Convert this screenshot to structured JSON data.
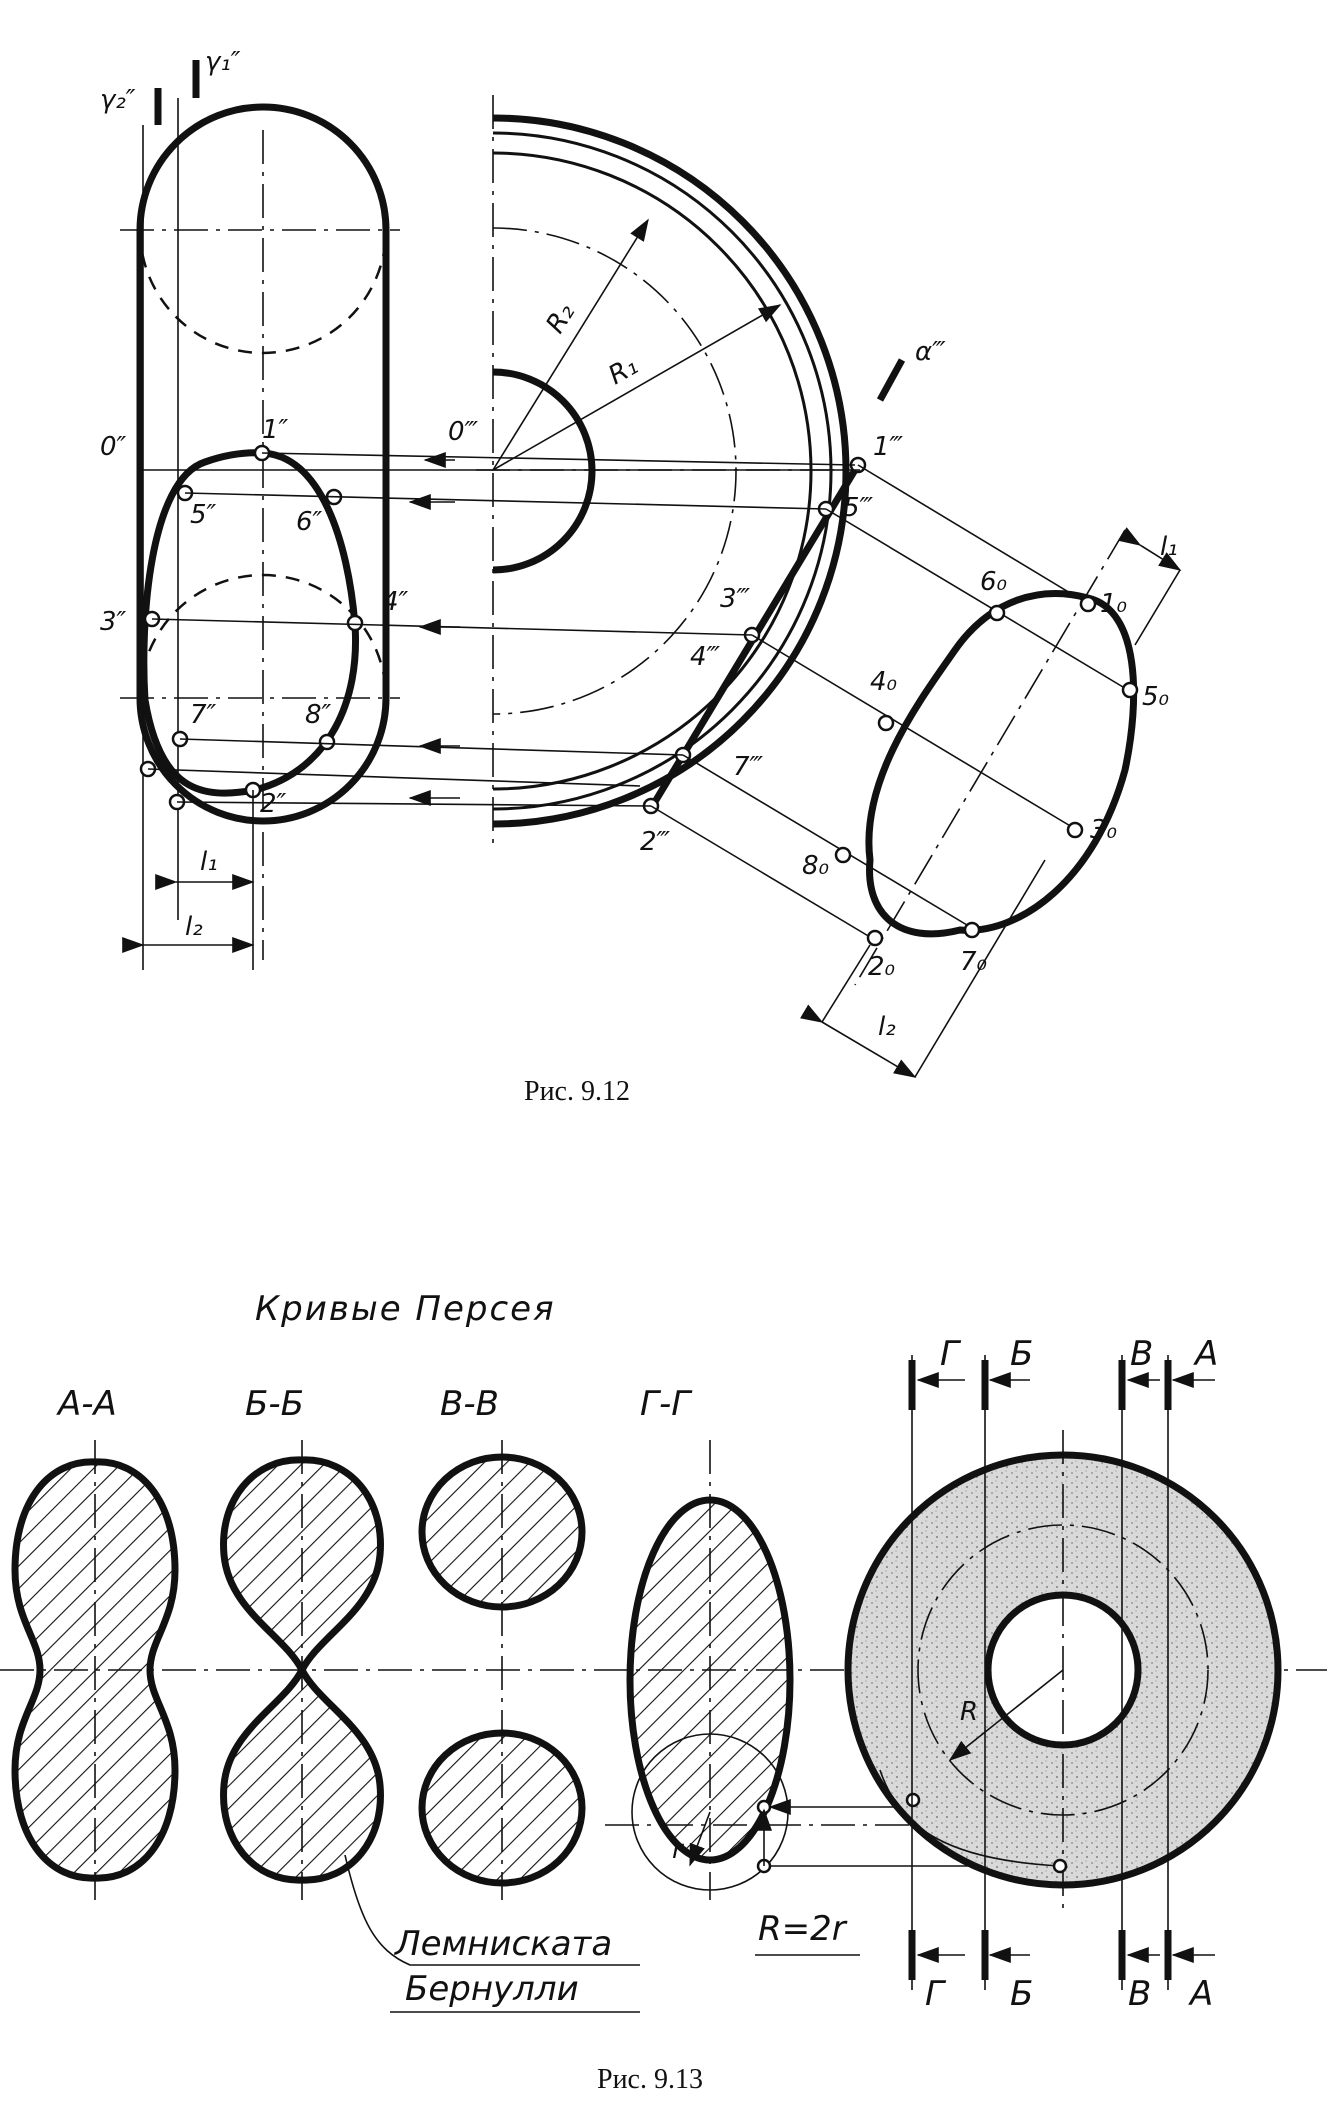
{
  "fig1": {
    "caption": "Рис. 9.12",
    "planes": {
      "gamma1": "γ₁″",
      "gamma2": "γ₂″",
      "alpha": "α‴"
    },
    "radii": {
      "r1": "R₁",
      "r2": "R₂"
    },
    "front_points": {
      "p0": "0″",
      "p1": "1″",
      "p2": "2″",
      "p3": "3″",
      "p4": "4″",
      "p5": "5″",
      "p6": "6″",
      "p7": "7″",
      "p8": "8″"
    },
    "side_points": {
      "p0": "0‴",
      "p1": "1‴",
      "p2": "2‴",
      "p3": "3‴",
      "p4": "4‴",
      "p5": "5‴",
      "p7": "7‴"
    },
    "true_points": {
      "p1": "1₀",
      "p2": "2₀",
      "p3": "3₀",
      "p4": "4₀",
      "p5": "5₀",
      "p6": "6₀",
      "p7": "7₀",
      "p8": "8₀"
    },
    "dims": {
      "l1": "l₁",
      "l2": "l₂"
    }
  },
  "fig2": {
    "caption": "Рис. 9.13",
    "title": "Кривые Персея",
    "sections": {
      "aa": "А-А",
      "bb": "Б-Б",
      "vv": "В-В",
      "gg": "Г-Г"
    },
    "cut_labels": {
      "g": "Г",
      "b": "Б",
      "v": "В",
      "a": "А"
    },
    "torus_radius": "R",
    "small_radius": "r",
    "relation": "R=2r",
    "lemniscate_line1": "Лемниската",
    "lemniscate_line2": "Бернулли"
  }
}
